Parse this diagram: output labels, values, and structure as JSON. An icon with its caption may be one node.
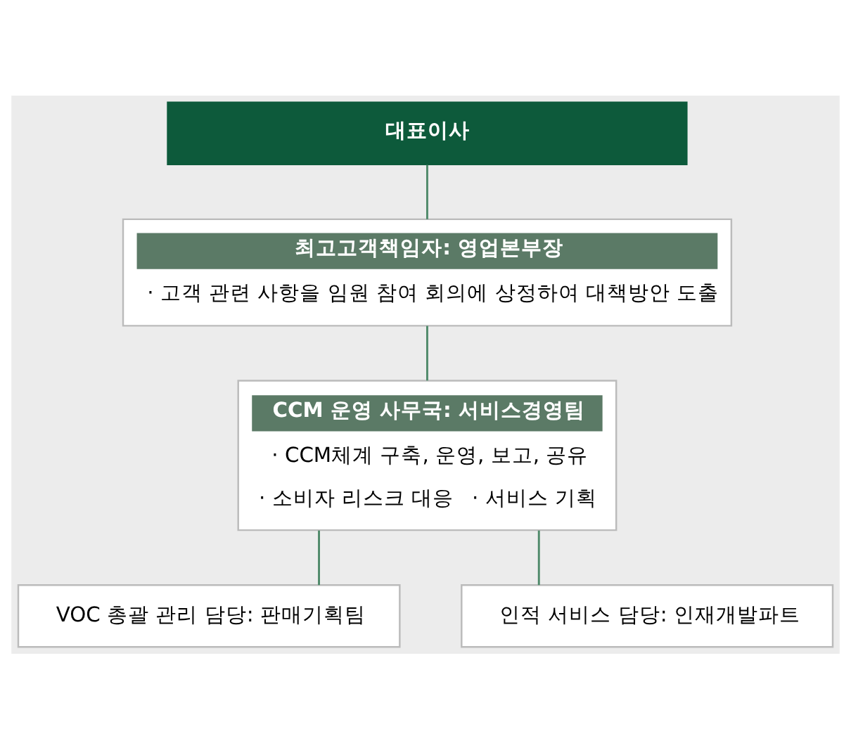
{
  "diagram": {
    "nodes": [
      {
        "text": [
          "대표이사"
        ]
      },
      {
        "text": [
          "최고고객책임자: 영업본부장",
          "· 고객 관련 사항을 임원 참여 회의에 상정하여 대책방안 도출"
        ]
      },
      {
        "text": [
          "CCM 운영 사무국: 서비스경영팀",
          "· CCM체계 구축, 운영, 보고, 공유",
          "· 소비자 리스크 대응",
          "· 서비스 기획"
        ]
      },
      {
        "text": [
          "VOC 총괄 관리 담당: 판매기획팀"
        ]
      },
      {
        "text": [
          "인적 서비스 담당: 인재개발파트"
        ]
      }
    ],
    "edges": [
      {
        "from": 0,
        "to": 1,
        "arrow": "none"
      },
      {
        "from": 1,
        "to": 2,
        "arrow": "none"
      },
      {
        "from": 2,
        "to": 3,
        "arrow": "none"
      },
      {
        "from": 2,
        "to": 4,
        "arrow": "none"
      }
    ]
  }
}
